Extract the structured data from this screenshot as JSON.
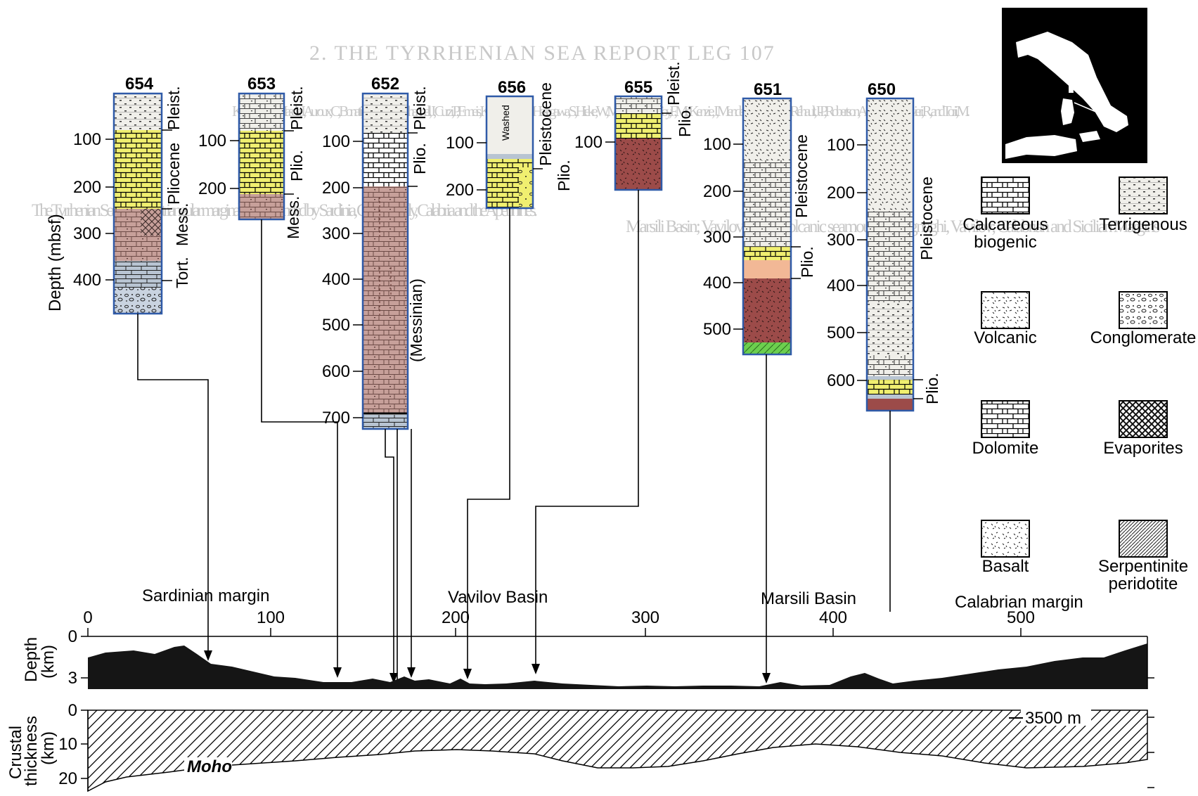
{
  "background_text": [
    "2. THE TYRRHENIAN SEA REPORT LEG 107",
    "Kastens, K. A., Mascle, J., Auroux, C., Bonatti, E., Broglia, C., Channell, J., Curzi, P., Emeis, K.-C., Glaçon, G., Hasegawa, S., Hieke, W., Mascle, G., McCoy, F., McKenzie, J., Mendelson, J., Müller, C., Réhault, J.-P., Robertson, A., Sartori, R., Sprovieri, R., and Torii, M.",
    "The Tyrrhenian Sea (Fig. 1) is a triangular marginal basin bounded by Sardinia, Corsica, Sicily, Calabria and the Apennines.",
    "Marsili Basin; Vavilov Basin; volcanic seamounts; Magnaghi, Vavilov; Calabrian and Sicilian Margins"
  ],
  "sites": [
    {
      "id": "654",
      "depth_ticks": [
        "100",
        "200",
        "300",
        "400"
      ],
      "ages": [
        "Pleist.",
        "Pliocene",
        "Tort.",
        "Mess."
      ]
    },
    {
      "id": "653",
      "depth_ticks": [
        "100",
        "200"
      ],
      "ages": [
        "Pleist.",
        "Plio.",
        "Mess."
      ]
    },
    {
      "id": "652",
      "depth_ticks": [
        "100",
        "200",
        "300",
        "400",
        "500",
        "600",
        "700"
      ],
      "ages": [
        "Pleist.",
        "Plio.",
        "(Messinian)"
      ]
    },
    {
      "id": "656",
      "depth_ticks": [
        "100",
        "200"
      ],
      "ages": [
        "Pleistocene",
        "Plio."
      ],
      "core_note": "Washed"
    },
    {
      "id": "655",
      "depth_ticks": [
        "100"
      ],
      "ages": [
        "Pleist.",
        "Plio."
      ]
    },
    {
      "id": "651",
      "depth_ticks": [
        "100",
        "200",
        "300",
        "400",
        "500"
      ],
      "ages": [
        "Pleistocene",
        "Plio."
      ]
    },
    {
      "id": "650",
      "depth_ticks": [
        "100",
        "200",
        "300",
        "400",
        "500",
        "600"
      ],
      "ages": [
        "Pleistocene",
        "Plio."
      ]
    }
  ],
  "depth_axis_label": "Depth (mbsf)",
  "legend": [
    {
      "name": "Calcareous biogenic",
      "lines": [
        "Calcareous",
        "biogenic"
      ]
    },
    {
      "name": "Terrigenous",
      "lines": [
        "Terrigenous"
      ]
    },
    {
      "name": "Volcanic",
      "lines": [
        "Volcanic"
      ]
    },
    {
      "name": "Conglomerate",
      "lines": [
        "Conglomerate"
      ]
    },
    {
      "name": "Dolomite",
      "lines": [
        "Dolomite"
      ]
    },
    {
      "name": "Evaporites",
      "lines": [
        "Evaporites"
      ]
    },
    {
      "name": "Basalt",
      "lines": [
        "Basalt"
      ]
    },
    {
      "name": "Serpentinite peridotite",
      "lines": [
        "Serpentinite",
        "peridotite"
      ]
    }
  ],
  "profile": {
    "regions": [
      "Sardinian margin",
      "Vavilov Basin",
      "Marsili Basin",
      "Calabrian margin"
    ],
    "distance_ticks": [
      "0",
      "100",
      "200",
      "300",
      "400",
      "500"
    ],
    "depth_label": [
      "Depth",
      "(km)"
    ],
    "depth_ticks": [
      "0",
      "3"
    ],
    "crust_label": [
      "Crustal",
      "thickness",
      "(km)"
    ],
    "crust_ticks": [
      "0",
      "10",
      "20"
    ],
    "moho_label": "Moho",
    "depth_marker": "3500 m"
  },
  "colors": {
    "calcareous_biogenic": "#f0ef70",
    "terrigenous": "#f0efea",
    "evaporites": "#c7a09a",
    "dolomite": "#b8c4d2",
    "volcanic": "#f2d4c0",
    "basalt": "#9c4b49",
    "serpentinite_peridotite": "#6ccf4e",
    "column_outline": "#2f5aa8",
    "seafloor": "#151515"
  }
}
